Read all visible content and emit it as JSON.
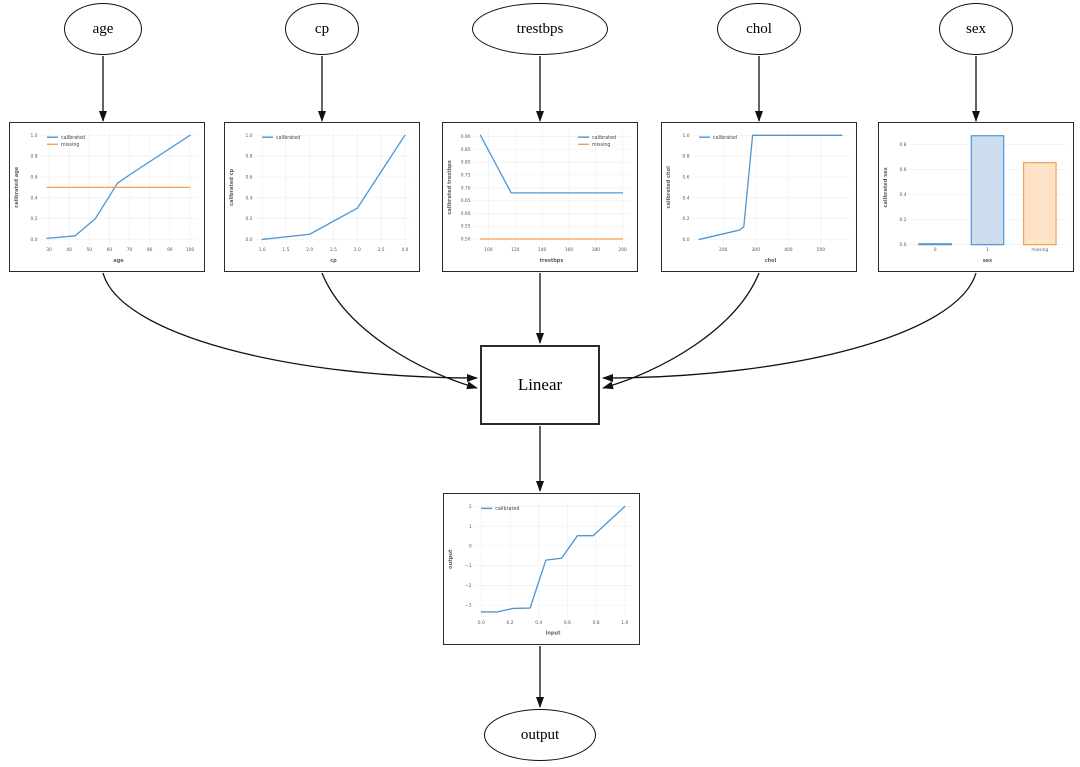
{
  "diagram": {
    "input_nodes": [
      "age",
      "cp",
      "trestbps",
      "chol",
      "sex"
    ],
    "linear_node": "Linear",
    "output_node": "output"
  },
  "colors": {
    "calibrated": "#5096d2",
    "missing": "#f99e51",
    "calibrated_fill": "#ccdded",
    "missing_fill": "#fce3c8",
    "grid": "#eef0f4",
    "tick": "#555555",
    "axis_label": "#5f5f5f",
    "legend_text": "#444444",
    "edge": "#111111"
  },
  "chart_data": [
    {
      "id": "age",
      "type": "line",
      "xlabel": "age",
      "ylabel": "calibrated age",
      "xlim": [
        25.5,
        103.5
      ],
      "ylim": [
        -0.05,
        1.05
      ],
      "grid": true,
      "legend": "nw",
      "xtick_vals": [
        30,
        40,
        50,
        60,
        70,
        80,
        90,
        100
      ],
      "xtick_labels": [
        "30",
        "40",
        "50",
        "60",
        "70",
        "80",
        "90",
        "100"
      ],
      "ytick_vals": [
        0.0,
        0.2,
        0.4,
        0.6,
        0.8,
        1.0
      ],
      "ytick_labels": [
        "0.0",
        "0.2",
        "0.4",
        "0.6",
        "0.8",
        "1.0"
      ],
      "series": [
        {
          "name": "calibrated",
          "color": "calibrated",
          "x": [
            29,
            43,
            53,
            64,
            70,
            100
          ],
          "y": [
            0.01,
            0.035,
            0.2,
            0.54,
            0.62,
            1.0
          ]
        },
        {
          "name": "missing",
          "color": "missing",
          "x": [
            29,
            100
          ],
          "y": [
            0.5,
            0.5
          ]
        }
      ]
    },
    {
      "id": "cp",
      "type": "line",
      "xlabel": "cp",
      "ylabel": "calibrated cp",
      "xlim": [
        0.85,
        4.15
      ],
      "ylim": [
        -0.05,
        1.05
      ],
      "grid": true,
      "legend": "nw",
      "xtick_vals": [
        1.0,
        1.5,
        2.0,
        2.5,
        3.0,
        3.5,
        4.0
      ],
      "xtick_labels": [
        "1.0",
        "1.5",
        "2.0",
        "2.5",
        "3.0",
        "3.5",
        "4.0"
      ],
      "ytick_vals": [
        0.0,
        0.2,
        0.4,
        0.6,
        0.8,
        1.0
      ],
      "ytick_labels": [
        "0.0",
        "0.2",
        "0.4",
        "0.6",
        "0.8",
        "1.0"
      ],
      "series": [
        {
          "name": "calibrated",
          "color": "calibrated",
          "x": [
            1,
            2,
            3,
            4
          ],
          "y": [
            0.0,
            0.05,
            0.3,
            1.0
          ]
        }
      ]
    },
    {
      "id": "trestbps",
      "type": "line",
      "xlabel": "trestbps",
      "ylabel": "calibrated trestbps",
      "xlim": [
        88.5,
        205.5
      ],
      "ylim": [
        0.478,
        0.925
      ],
      "grid": true,
      "legend": "ne",
      "xtick_vals": [
        100,
        120,
        140,
        160,
        180,
        200
      ],
      "xtick_labels": [
        "100",
        "120",
        "140",
        "160",
        "180",
        "200"
      ],
      "ytick_vals": [
        0.5,
        0.55,
        0.6,
        0.65,
        0.7,
        0.75,
        0.8,
        0.85,
        0.9
      ],
      "ytick_labels": [
        "0.50",
        "0.55",
        "0.60",
        "0.65",
        "0.70",
        "0.75",
        "0.80",
        "0.85",
        "0.90"
      ],
      "series": [
        {
          "name": "calibrated",
          "color": "calibrated",
          "x": [
            94,
            117,
            200
          ],
          "y": [
            0.905,
            0.68,
            0.68
          ]
        },
        {
          "name": "missing",
          "color": "missing",
          "x": [
            94,
            200
          ],
          "y": [
            0.5,
            0.5
          ]
        }
      ]
    },
    {
      "id": "chol",
      "type": "line",
      "xlabel": "chol",
      "ylabel": "calibrated chol",
      "xlim": [
        104,
        586
      ],
      "ylim": [
        -0.05,
        1.05
      ],
      "grid": true,
      "legend": "nw",
      "xtick_vals": [
        200,
        300,
        400,
        500
      ],
      "xtick_labels": [
        "200",
        "300",
        "400",
        "500"
      ],
      "ytick_vals": [
        0.0,
        0.2,
        0.4,
        0.6,
        0.8,
        1.0
      ],
      "ytick_labels": [
        "0.0",
        "0.2",
        "0.4",
        "0.6",
        "0.8",
        "1.0"
      ],
      "series": [
        {
          "name": "calibrated",
          "color": "calibrated",
          "x": [
            126,
            250,
            263,
            290,
            564
          ],
          "y": [
            0.0,
            0.09,
            0.12,
            1.0,
            1.0
          ]
        }
      ]
    },
    {
      "id": "sex",
      "type": "bar",
      "xlabel": "sex",
      "ylabel": "calibrated sex",
      "xlim": [
        0,
        3
      ],
      "ylim": [
        0,
        0.915
      ],
      "grid": true,
      "legend": null,
      "categories": [
        "0",
        "1",
        "missing"
      ],
      "values": [
        0.007,
        0.87,
        0.655
      ],
      "bar_colors": [
        "calibrated",
        "calibrated",
        "missing"
      ],
      "ytick_vals": [
        0.0,
        0.2,
        0.4,
        0.6,
        0.8
      ],
      "ytick_labels": [
        "0.0",
        "0.2",
        "0.4",
        "0.6",
        "0.8"
      ]
    },
    {
      "id": "output",
      "type": "line",
      "xlabel": "input",
      "ylabel": "output",
      "xlim": [
        -0.05,
        1.05
      ],
      "ylim": [
        -3.62,
        2.27
      ],
      "grid": true,
      "legend": "nw",
      "xtick_vals": [
        0.0,
        0.2,
        0.4,
        0.6,
        0.8,
        1.0
      ],
      "xtick_labels": [
        "0.0",
        "0.2",
        "0.4",
        "0.6",
        "0.8",
        "1.0"
      ],
      "ytick_vals": [
        -3,
        -2,
        -1,
        0,
        1,
        2
      ],
      "ytick_labels": [
        "−3",
        "−2",
        "−1",
        "0",
        "1",
        "2"
      ],
      "series": [
        {
          "name": "calibrated",
          "color": "calibrated",
          "x": [
            0.0,
            0.11,
            0.22,
            0.34,
            0.45,
            0.56,
            0.67,
            0.78,
            1.0
          ],
          "y": [
            -3.35,
            -3.35,
            -3.17,
            -3.15,
            -0.72,
            -0.62,
            0.52,
            0.52,
            2.0
          ]
        }
      ]
    }
  ]
}
